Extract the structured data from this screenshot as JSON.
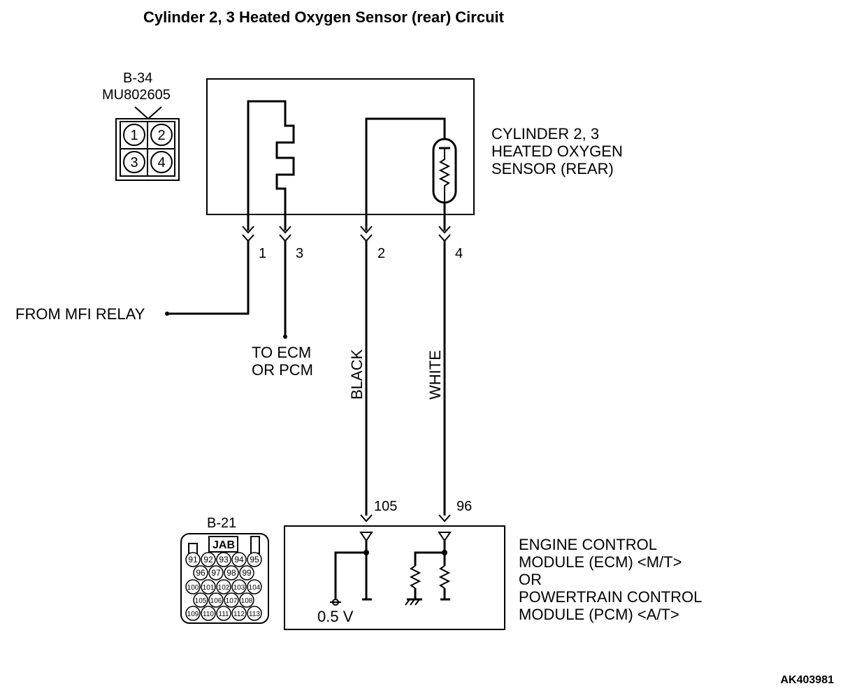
{
  "title": "Cylinder 2, 3 Heated Oxygen Sensor (rear) Circuit",
  "connector_b34": {
    "name": "B-34",
    "part_number": "MU802605",
    "pins": [
      "1",
      "2",
      "3",
      "4"
    ]
  },
  "sensor": {
    "label_lines": [
      "CYLINDER 2, 3",
      "HEATED OXYGEN",
      "SENSOR (REAR)"
    ]
  },
  "sensor_pins": [
    "1",
    "3",
    "2",
    "4"
  ],
  "wires": {
    "from_relay": "FROM MFI RELAY",
    "to_ecm_lines": [
      "TO ECM",
      "OR PCM"
    ],
    "black": "BLACK",
    "white": "WHITE"
  },
  "ecm_pins": [
    "105",
    "96"
  ],
  "connector_b21": {
    "name": "B-21",
    "tag": "JAB",
    "row1": [
      "91",
      "92",
      "93",
      "94",
      "95"
    ],
    "row2": [
      "96",
      "97",
      "98",
      "99"
    ],
    "row3": [
      "100",
      "101",
      "102",
      "103",
      "104"
    ],
    "row4": [
      "105",
      "106",
      "107",
      "108"
    ],
    "row5": [
      "109",
      "110",
      "111",
      "112",
      "113"
    ]
  },
  "ecm": {
    "voltage": "0.5 V",
    "label_lines": [
      "ENGINE CONTROL",
      "MODULE (ECM) <M/T>",
      "OR",
      "POWERTRAIN CONTROL",
      "MODULE (PCM) <A/T>"
    ]
  },
  "figure_id": "AK403981"
}
